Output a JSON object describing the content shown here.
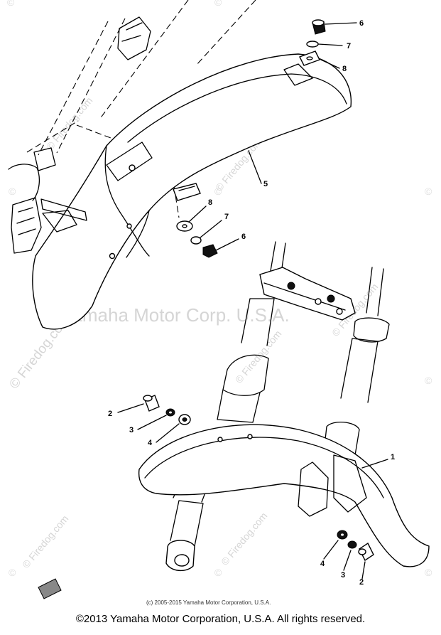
{
  "diagram": {
    "watermark_main": "Yamaha Motor Corp. U.S.A.",
    "watermark_site": "© Firedog.com",
    "watermark_copy_symbol": "©",
    "copyright_small": "(c) 2005-2015 Yamaha Motor Corporation, U.S.A.",
    "footer": "©2013 Yamaha Motor Corporation, U.S.A. All rights reserved.",
    "callouts": {
      "c1": "1",
      "c2a": "2",
      "c2b": "2",
      "c3a": "3",
      "c3b": "3",
      "c4a": "4",
      "c4b": "4",
      "c5": "5",
      "c6a": "6",
      "c6b": "6",
      "c7a": "7",
      "c7b": "7",
      "c8a": "8",
      "c8b": "8"
    }
  }
}
